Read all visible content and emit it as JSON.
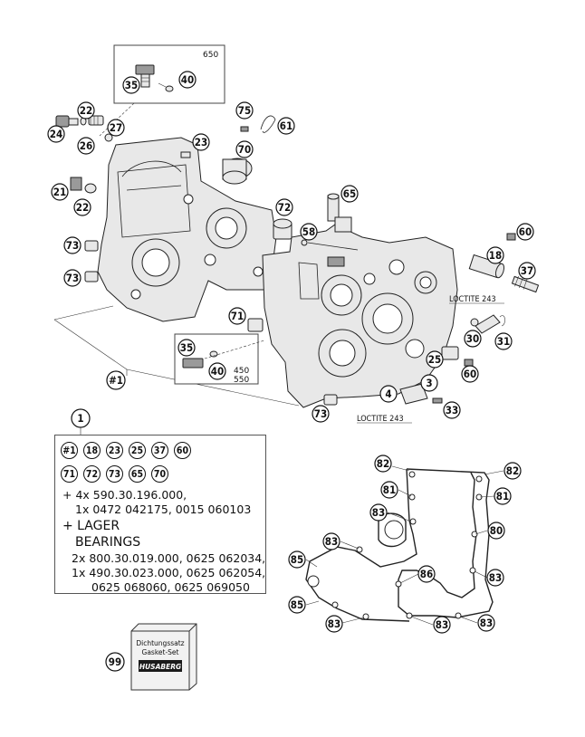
{
  "top_box": {
    "label": "650",
    "callouts": [
      "35",
      "40"
    ]
  },
  "lower_box": {
    "labels": [
      "450",
      "550"
    ],
    "callouts": [
      "35",
      "40"
    ]
  },
  "callouts": {
    "c22a": "22",
    "c24": "24",
    "c26": "26",
    "c27": "27",
    "c23": "23",
    "c75": "75",
    "c61": "61",
    "c70": "70",
    "c21": "21",
    "c22b": "22",
    "c72": "72",
    "c65": "65",
    "c58": "58",
    "c73a": "73",
    "c73b": "73",
    "c60a": "60",
    "c18": "18",
    "c37": "37",
    "c71": "71",
    "c30": "30",
    "c31": "31",
    "c25": "25",
    "c60b": "60",
    "c3": "3",
    "c4": "4",
    "c33": "33",
    "c73c": "73",
    "c1top": "#1",
    "c_item1": "1"
  },
  "loctite": {
    "upper": "LOCTITE 243",
    "lower": "LOCTITE 243"
  },
  "kit": {
    "part_number_badge": "1",
    "row1": [
      "#1",
      "18",
      "23",
      "25",
      "37",
      "60"
    ],
    "row2": [
      "71",
      "72",
      "73",
      "65",
      "70"
    ],
    "screws_line1": "+ 4x 590.30.196.000,",
    "screws_line2": "1x 0472 042175, 0015 060103",
    "lager_line1": "+ LAGER",
    "lager_line2": "BEARINGS",
    "bearing_line1": "2x 800.30.019.000, 0625 062034,",
    "bearing_line2": "1x 490.30.023.000, 0625 062054,",
    "bearing_line3": "0625 068060, 0625 069050"
  },
  "gasket_callouts": {
    "g82a": "82",
    "g82b": "82",
    "g81a": "81",
    "g81b": "81",
    "g83a": "83",
    "g80": "80",
    "g83b": "83",
    "g85a": "85",
    "g86": "86",
    "g83c": "83",
    "g85b": "85",
    "g83d": "83",
    "g83e": "83",
    "g83f": "83"
  },
  "gasket_set": {
    "callout": "99",
    "line1": "Dichtungssatz",
    "line2": "Gasket-Set",
    "brand": "HUSABERG"
  }
}
